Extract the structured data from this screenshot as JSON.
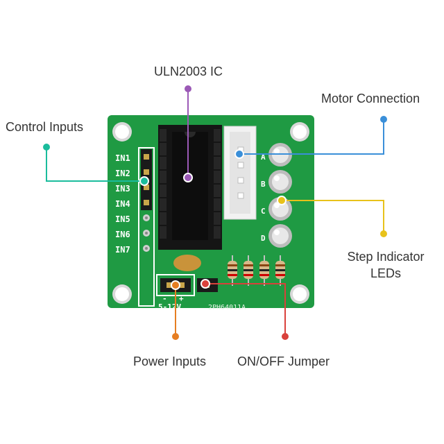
{
  "callouts": {
    "ic": "ULN2003 IC",
    "motor": "Motor Connection",
    "control": "Control Inputs",
    "leds_line1": "Step Indicator",
    "leds_line2": "LEDs",
    "power": "Power Inputs",
    "jumper": "ON/OFF Jumper"
  },
  "board": {
    "inputs": [
      "IN1",
      "IN2",
      "IN3",
      "IN4",
      "IN5",
      "IN6",
      "IN7"
    ],
    "led_letters": [
      "A",
      "B",
      "C",
      "D"
    ],
    "power_minus": "-",
    "power_plus": "+",
    "voltage": "5-12V",
    "part_code": "2PH64011A"
  },
  "colors": {
    "ic": "#9b59b6",
    "motor": "#3a8fd9",
    "control": "#1abc9c",
    "leds": "#e8c21a",
    "power": "#e67e22",
    "jumper": "#d9413b",
    "pcb": "#1f9a43"
  }
}
